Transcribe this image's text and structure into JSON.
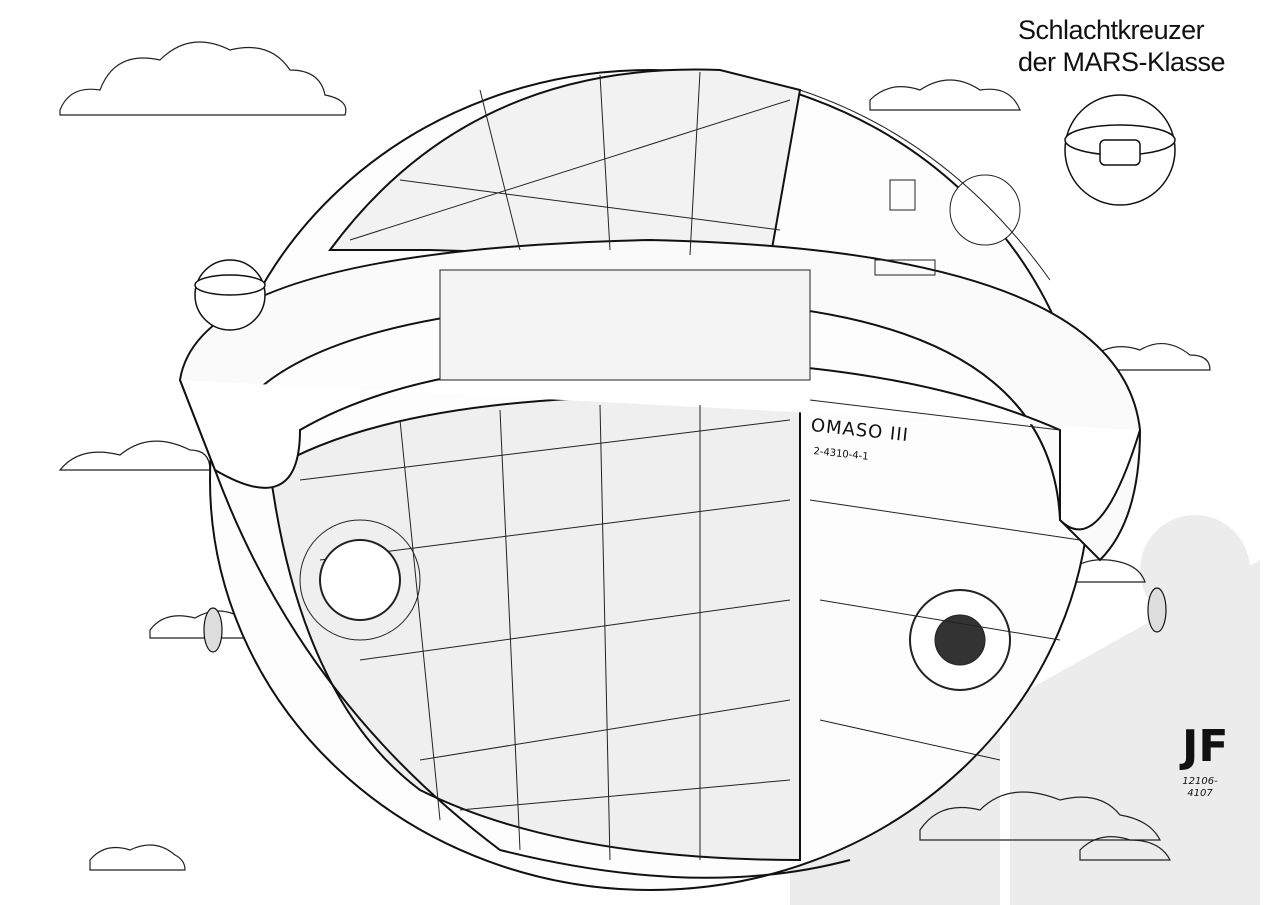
{
  "title": {
    "line1": "Schlachtkreuzer",
    "line2": "der MARS-Klasse"
  },
  "hull_marking": {
    "name": "OMASO III",
    "code": "2-4310-4-1"
  },
  "signature": {
    "monogram": "JF",
    "code": "12106-4107"
  },
  "colors": {
    "ink": "#111111",
    "background": "#ffffff",
    "watermark": "#eeeeee"
  }
}
